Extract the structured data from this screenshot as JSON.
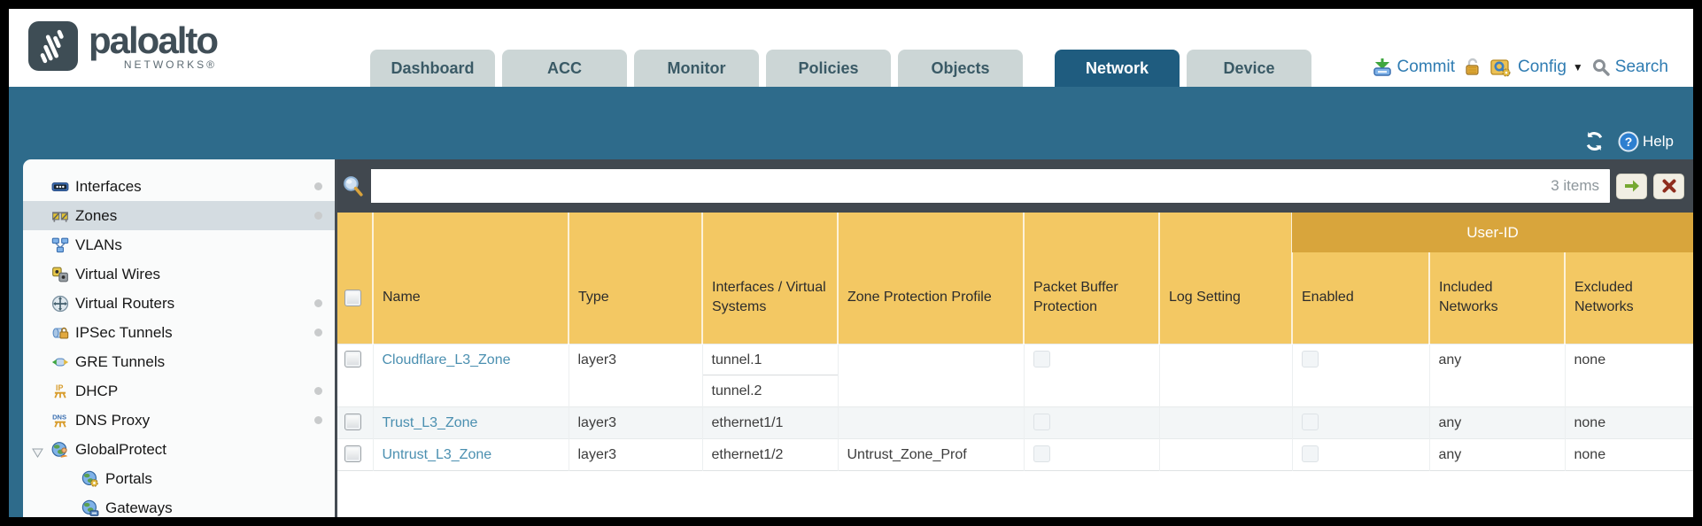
{
  "brand": {
    "name": "paloalto",
    "sub": "NETWORKS®"
  },
  "nav_tabs": [
    {
      "label": "Dashboard",
      "active": false
    },
    {
      "label": "ACC",
      "active": false
    },
    {
      "label": "Monitor",
      "active": false
    },
    {
      "label": "Policies",
      "active": false
    },
    {
      "label": "Objects",
      "active": false
    },
    {
      "label": "Network",
      "active": true
    },
    {
      "label": "Device",
      "active": false
    }
  ],
  "utilities": {
    "commit_label": "Commit",
    "config_label": "Config",
    "config_caret": "▼",
    "search_label": "Search"
  },
  "band": {
    "help_label": "Help"
  },
  "sidebar": {
    "items": [
      {
        "label": "Interfaces",
        "icon": "interfaces-icon",
        "dot": true,
        "selected": false,
        "indent": false,
        "expandable": false
      },
      {
        "label": "Zones",
        "icon": "zones-icon",
        "dot": true,
        "selected": true,
        "indent": false,
        "expandable": false
      },
      {
        "label": "VLANs",
        "icon": "vlans-icon",
        "dot": false,
        "selected": false,
        "indent": false,
        "expandable": false
      },
      {
        "label": "Virtual Wires",
        "icon": "virtual-wires-icon",
        "dot": false,
        "selected": false,
        "indent": false,
        "expandable": false
      },
      {
        "label": "Virtual Routers",
        "icon": "virtual-routers-icon",
        "dot": true,
        "selected": false,
        "indent": false,
        "expandable": false
      },
      {
        "label": "IPSec Tunnels",
        "icon": "ipsec-tunnels-icon",
        "dot": true,
        "selected": false,
        "indent": false,
        "expandable": false
      },
      {
        "label": "GRE Tunnels",
        "icon": "gre-tunnels-icon",
        "dot": false,
        "selected": false,
        "indent": false,
        "expandable": false
      },
      {
        "label": "DHCP",
        "icon": "dhcp-icon",
        "dot": true,
        "selected": false,
        "indent": false,
        "expandable": false
      },
      {
        "label": "DNS Proxy",
        "icon": "dns-proxy-icon",
        "dot": true,
        "selected": false,
        "indent": false,
        "expandable": false
      },
      {
        "label": "GlobalProtect",
        "icon": "globalprotect-icon",
        "dot": false,
        "selected": false,
        "indent": false,
        "expandable": true
      },
      {
        "label": "Portals",
        "icon": "portals-icon",
        "dot": false,
        "selected": false,
        "indent": true,
        "expandable": false
      },
      {
        "label": "Gateways",
        "icon": "gateways-icon",
        "dot": false,
        "selected": false,
        "indent": true,
        "expandable": false
      }
    ]
  },
  "toolbar": {
    "search_value": "",
    "items_count": "3 items"
  },
  "table": {
    "group_header": "User-ID",
    "columns": [
      "Name",
      "Type",
      "Interfaces / Virtual Systems",
      "Zone Protection Profile",
      "Packet Buffer Protection",
      "Log Setting",
      "Enabled",
      "Included Networks",
      "Excluded Networks"
    ],
    "rows": [
      {
        "checked": false,
        "name": "Cloudflare_L3_Zone",
        "type": "layer3",
        "interfaces": [
          "tunnel.1",
          "tunnel.2"
        ],
        "zone_protection_profile": "",
        "packet_buffer_protection": false,
        "log_setting": "",
        "user_id_enabled": false,
        "included_networks": "any",
        "excluded_networks": "none"
      },
      {
        "checked": false,
        "name": "Trust_L3_Zone",
        "type": "layer3",
        "interfaces": [
          "ethernet1/1"
        ],
        "zone_protection_profile": "",
        "packet_buffer_protection": false,
        "log_setting": "",
        "user_id_enabled": false,
        "included_networks": "any",
        "excluded_networks": "none"
      },
      {
        "checked": false,
        "name": "Untrust_L3_Zone",
        "type": "layer3",
        "interfaces": [
          "ethernet1/2"
        ],
        "zone_protection_profile": "Untrust_Zone_Prof",
        "packet_buffer_protection": false,
        "log_setting": "",
        "user_id_enabled": false,
        "included_networks": "any",
        "excluded_networks": "none"
      }
    ]
  },
  "colors": {
    "brand_teal": "#2e6b8b",
    "active_tab": "#1f5c7f",
    "charcoal": "#41484f",
    "header_gold": "#f3c863",
    "user_id_gold": "#d8a53c",
    "link_blue": "#4a8fb0",
    "sidebar_selected": "#d4dce1",
    "inactive_tab": "#ccd6d6"
  }
}
